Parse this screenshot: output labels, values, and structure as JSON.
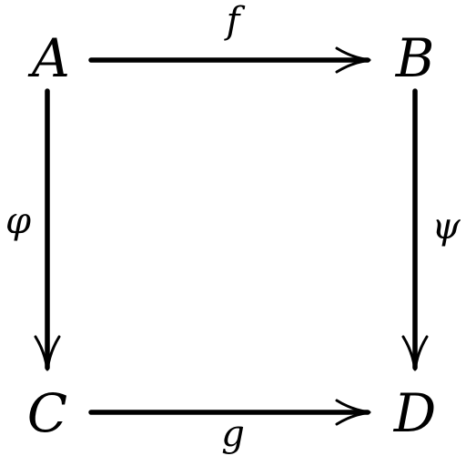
{
  "diagram": {
    "nodes": {
      "top_left": "A",
      "top_right": "B",
      "bottom_left": "C",
      "bottom_right": "D"
    },
    "arrows": {
      "top": {
        "from": "A",
        "to": "B",
        "label": "f"
      },
      "left": {
        "from": "A",
        "to": "C",
        "label": "φ"
      },
      "right": {
        "from": "B",
        "to": "D",
        "label": "ψ"
      },
      "bottom": {
        "from": "C",
        "to": "D",
        "label": "g"
      }
    },
    "colors": {
      "ink": "#000000",
      "background": "#ffffff"
    }
  }
}
